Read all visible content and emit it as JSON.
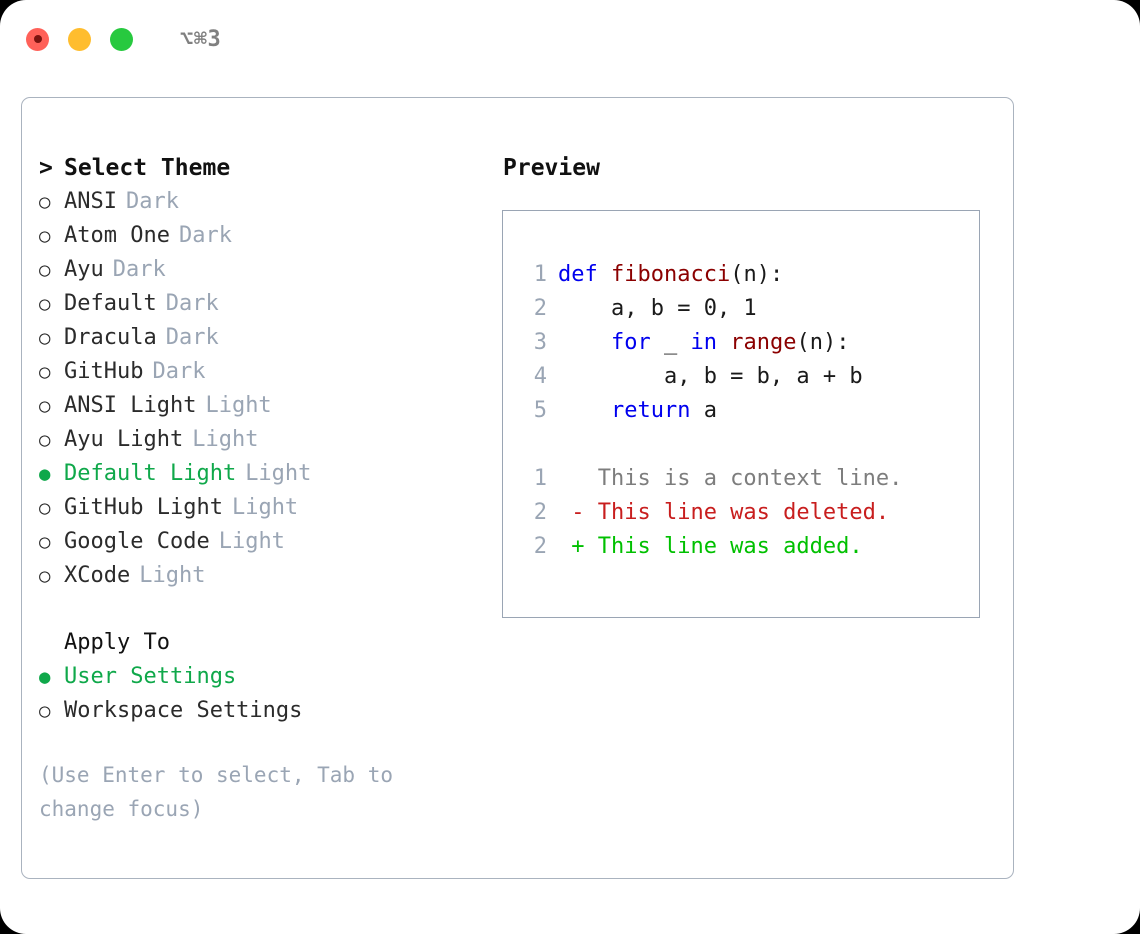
{
  "titlebar": {
    "shortcut": "⌥⌘3",
    "dots": [
      {
        "name": "close",
        "color": "#ff6159"
      },
      {
        "name": "minimize",
        "color": "#ffbd2e"
      },
      {
        "name": "maximize",
        "color": "#27c93f"
      }
    ]
  },
  "colors": {
    "selected_green": "#0fa84a",
    "muted": "#9aa5b4",
    "keyword_blue": "#0000ee",
    "function_red": "#8b0000",
    "diff_del": "#c81e1e",
    "diff_add": "#00c000",
    "border": "#aab3bf"
  },
  "theme_section": {
    "marker": ">",
    "title": "Select Theme",
    "bullet_selected": "●",
    "bullet_unselected": "○",
    "items": [
      {
        "label": "ANSI",
        "kind": "Dark",
        "selected": false
      },
      {
        "label": "Atom One",
        "kind": "Dark",
        "selected": false
      },
      {
        "label": "Ayu",
        "kind": "Dark",
        "selected": false
      },
      {
        "label": "Default",
        "kind": "Dark",
        "selected": false
      },
      {
        "label": "Dracula",
        "kind": "Dark",
        "selected": false
      },
      {
        "label": "GitHub",
        "kind": "Dark",
        "selected": false
      },
      {
        "label": "ANSI Light",
        "kind": "Light",
        "selected": false
      },
      {
        "label": "Ayu Light",
        "kind": "Light",
        "selected": false
      },
      {
        "label": "Default Light",
        "kind": "Light",
        "selected": true
      },
      {
        "label": "GitHub Light",
        "kind": "Light",
        "selected": false
      },
      {
        "label": "Google Code",
        "kind": "Light",
        "selected": false
      },
      {
        "label": "XCode",
        "kind": "Light",
        "selected": false
      }
    ]
  },
  "apply_section": {
    "title": "Apply To",
    "items": [
      {
        "label": "User Settings",
        "selected": true
      },
      {
        "label": "Workspace Settings",
        "selected": false
      }
    ]
  },
  "hint": "(Use Enter to select, Tab to change focus)",
  "preview": {
    "title": "Preview",
    "code_lines": [
      {
        "num": "1",
        "tokens": [
          {
            "t": "def ",
            "c": "kw"
          },
          {
            "t": "fibonacci",
            "c": "fn"
          },
          {
            "t": "(n):",
            "c": "txt"
          }
        ]
      },
      {
        "num": "2",
        "tokens": [
          {
            "t": "    a, b = 0, 1",
            "c": "txt"
          }
        ]
      },
      {
        "num": "3",
        "tokens": [
          {
            "t": "    ",
            "c": "txt"
          },
          {
            "t": "for",
            "c": "kw"
          },
          {
            "t": " _ ",
            "c": "txt"
          },
          {
            "t": "in",
            "c": "kw"
          },
          {
            "t": " ",
            "c": "txt"
          },
          {
            "t": "range",
            "c": "fn"
          },
          {
            "t": "(n):",
            "c": "txt"
          }
        ]
      },
      {
        "num": "4",
        "tokens": [
          {
            "t": "        a, b = b, a + b",
            "c": "txt"
          }
        ]
      },
      {
        "num": "5",
        "tokens": [
          {
            "t": "    ",
            "c": "txt"
          },
          {
            "t": "return",
            "c": "kw"
          },
          {
            "t": " a",
            "c": "txt"
          }
        ]
      }
    ],
    "diff_lines": [
      {
        "num": "1",
        "tokens": [
          {
            "t": "   This is a context line.",
            "c": "ctx"
          }
        ]
      },
      {
        "num": "2",
        "tokens": [
          {
            "t": " - This line was deleted.",
            "c": "del"
          }
        ]
      },
      {
        "num": "2",
        "tokens": [
          {
            "t": " + This line was added.",
            "c": "add"
          }
        ]
      }
    ]
  }
}
